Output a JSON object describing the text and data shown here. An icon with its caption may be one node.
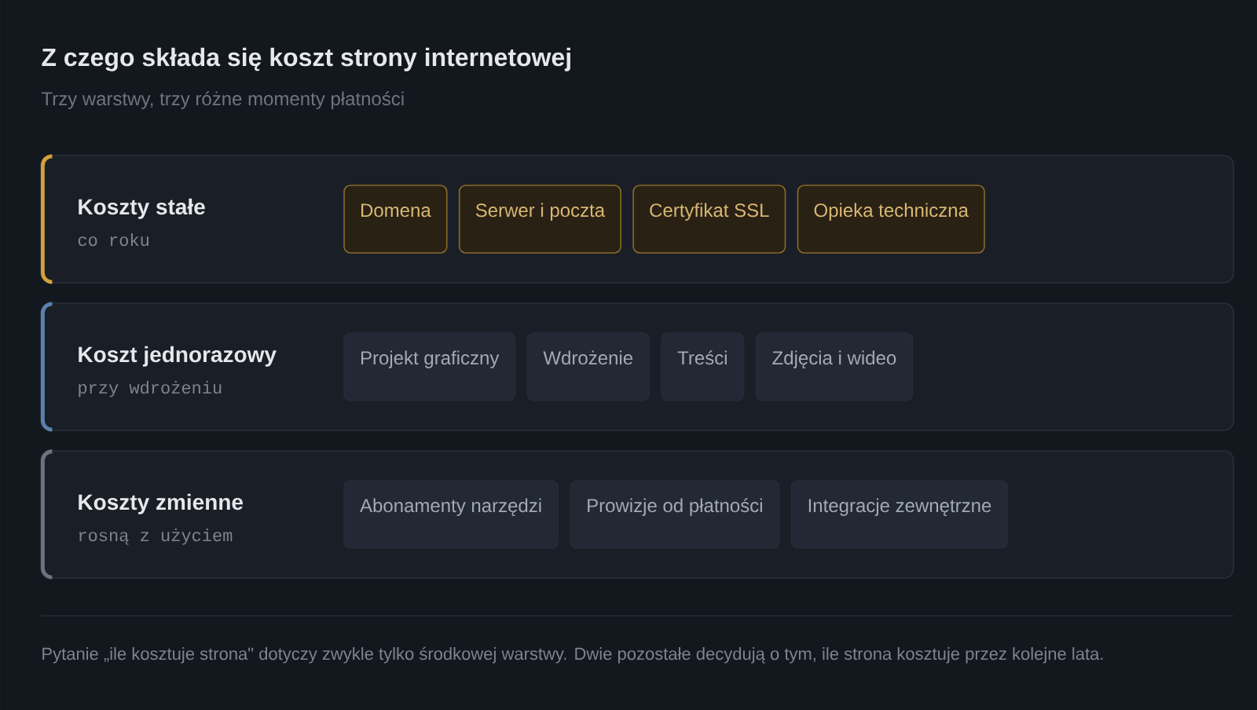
{
  "diagram": {
    "title": "Z czego składa się koszt strony internetowej",
    "nodes": [
      {
        "text": [
          "Koszty stałe",
          "co roku"
        ]
      },
      {
        "text": [
          "Domena"
        ],
        "in": 0
      },
      {
        "text": [
          "Serwer i poczta"
        ],
        "in": 0
      },
      {
        "text": [
          "Certyfikat SSL"
        ],
        "in": 0
      },
      {
        "text": [
          "Opieka techniczna"
        ],
        "in": 0
      },
      {
        "text": [
          "Koszt jednorazowy",
          "przy wdrożeniu"
        ]
      },
      {
        "text": [
          "Projekt graficzny"
        ],
        "in": 5
      },
      {
        "text": [
          "Wdrożenie"
        ],
        "in": 5
      },
      {
        "text": [
          "Treści"
        ],
        "in": 5
      },
      {
        "text": [
          "Zdjęcia i wideo"
        ],
        "in": 5
      },
      {
        "text": [
          "Koszty zmienne",
          "rosną z użyciem"
        ]
      },
      {
        "text": [
          "Abonamenty narzędzi"
        ],
        "in": 10
      },
      {
        "text": [
          "Prowizje od płatności"
        ],
        "in": 10
      },
      {
        "text": [
          "Integracje zewnętrzne"
        ],
        "in": 10
      }
    ],
    "labels": [
      "Trzy warstwy, trzy różne momenty płatności"
    ],
    "caption": "Pytanie „ile kosztuje strona\" dotyczy zwykle tylko środkowej warstwy. Dwie pozostałe decydują o tym, ile strona kosztuje przez kolejne lata."
  }
}
